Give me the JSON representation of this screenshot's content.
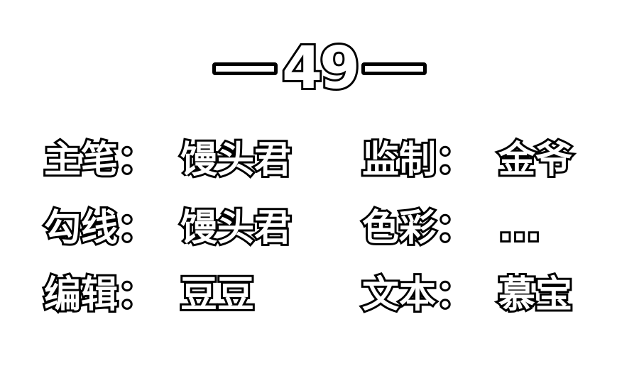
{
  "chapter": {
    "number": "49"
  },
  "credits": [
    {
      "label": "主笔：",
      "value": "馒头君"
    },
    {
      "label": "监制：",
      "value": "金爷"
    },
    {
      "label": "勾线：",
      "value": "馒头君"
    },
    {
      "label": "色彩：",
      "value": "..."
    },
    {
      "label": "编辑：",
      "value": "豆豆"
    },
    {
      "label": "文本：",
      "value": "慕宝"
    }
  ],
  "colors": {
    "text_fill": "#ffffff",
    "outline": "#000000",
    "background": "#ffffff"
  }
}
